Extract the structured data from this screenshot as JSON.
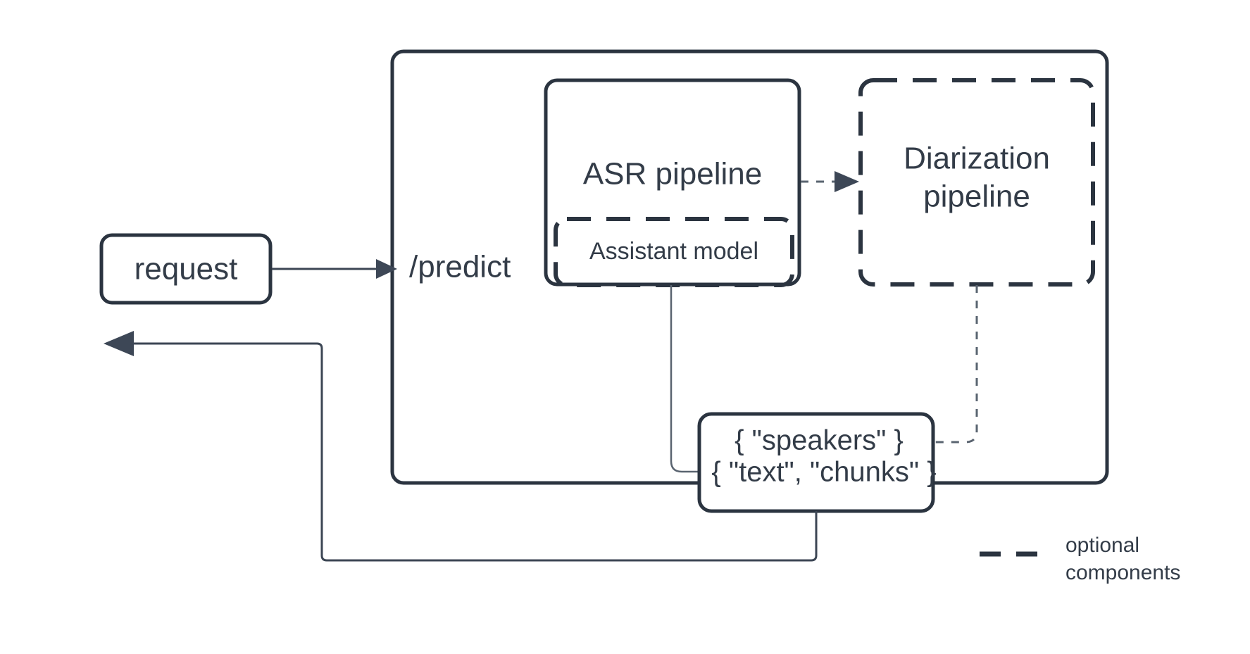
{
  "diagram": {
    "title_visible": false,
    "colors": {
      "stroke": "#2b3440",
      "text": "#333c48",
      "edge": "#3c4654",
      "edge_thin": "#5a6470",
      "background": "#ffffff"
    },
    "nodes": {
      "request": {
        "label": "request",
        "style": "solid-rounded"
      },
      "predict_container": {
        "label": "/predict",
        "style": "solid-rounded-container"
      },
      "asr_pipeline": {
        "label": "ASR pipeline",
        "style": "solid-rounded"
      },
      "assistant_model": {
        "label": "Assistant model",
        "style": "dashed-rounded"
      },
      "diarization_pipeline": {
        "label_line1": "Diarization",
        "label_line2": "pipeline",
        "style": "dashed-rounded"
      },
      "output": {
        "label_line1": "{ \"speakers\" }",
        "label_line2": "{ \"text\", \"chunks\" }",
        "style": "solid-rounded"
      }
    },
    "edges": [
      {
        "name": "request-to-predict",
        "from": "request",
        "to": "predict_container",
        "style": "solid",
        "arrow": true
      },
      {
        "name": "asr-to-diarization",
        "from": "asr_pipeline",
        "to": "diarization_pipeline",
        "style": "dashed",
        "arrow": true
      },
      {
        "name": "assistant-to-output-text",
        "from": "assistant_model",
        "to": "output",
        "style": "thin-solid",
        "arrow": true
      },
      {
        "name": "diarization-to-output-speakers",
        "from": "diarization_pipeline",
        "to": "output",
        "style": "dashed",
        "arrow": true
      },
      {
        "name": "output-to-response",
        "from": "output",
        "to": "response",
        "style": "solid",
        "arrow": true
      }
    ],
    "legend": {
      "sample": "dashed-line",
      "label_line1": "optional",
      "label_line2": "components"
    }
  }
}
